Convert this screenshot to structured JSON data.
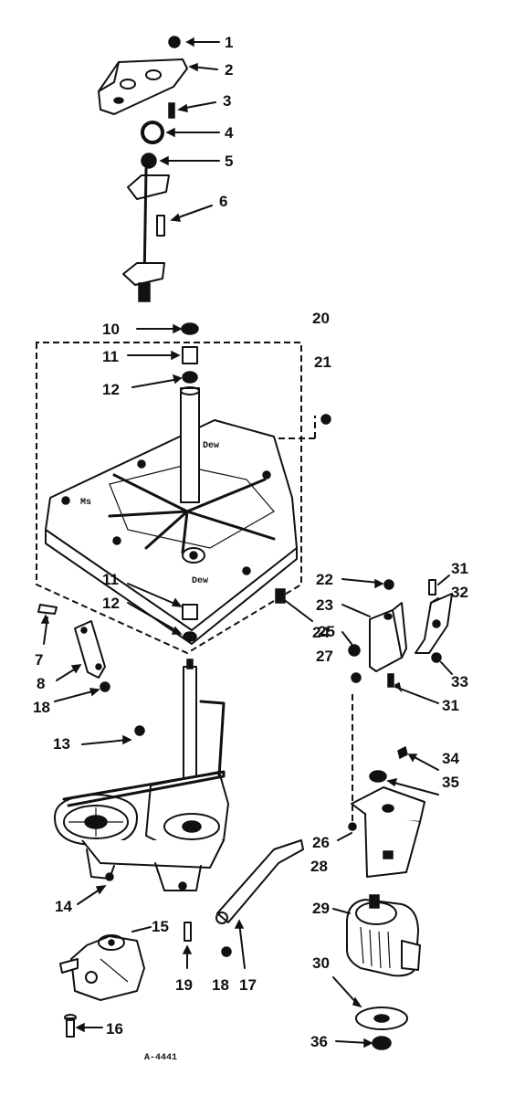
{
  "diagram": {
    "callouts": [
      {
        "id": "c1",
        "text": "1"
      },
      {
        "id": "c2",
        "text": "2"
      },
      {
        "id": "c3",
        "text": "3"
      },
      {
        "id": "c4",
        "text": "4"
      },
      {
        "id": "c5",
        "text": "5"
      },
      {
        "id": "c6",
        "text": "6"
      },
      {
        "id": "c10",
        "text": "10"
      },
      {
        "id": "c11a",
        "text": "11"
      },
      {
        "id": "c12a",
        "text": "12"
      },
      {
        "id": "c20",
        "text": "20"
      },
      {
        "id": "c21",
        "text": "21"
      },
      {
        "id": "c11b",
        "text": "11"
      },
      {
        "id": "c12b",
        "text": "12"
      },
      {
        "id": "c7",
        "text": "7"
      },
      {
        "id": "c8",
        "text": "8"
      },
      {
        "id": "c18a",
        "text": "18"
      },
      {
        "id": "c22",
        "text": "22"
      },
      {
        "id": "c23",
        "text": "23"
      },
      {
        "id": "c25",
        "text": "25"
      },
      {
        "id": "c27",
        "text": "27"
      },
      {
        "id": "c24",
        "text": "24"
      },
      {
        "id": "c31a",
        "text": "31"
      },
      {
        "id": "c32",
        "text": "32"
      },
      {
        "id": "c33",
        "text": "33"
      },
      {
        "id": "c31b",
        "text": "31"
      },
      {
        "id": "c13",
        "text": "13"
      },
      {
        "id": "c34",
        "text": "34"
      },
      {
        "id": "c35",
        "text": "35"
      },
      {
        "id": "c26",
        "text": "26"
      },
      {
        "id": "c28",
        "text": "28"
      },
      {
        "id": "c14",
        "text": "14"
      },
      {
        "id": "c15",
        "text": "15"
      },
      {
        "id": "c29",
        "text": "29"
      },
      {
        "id": "c30",
        "text": "30"
      },
      {
        "id": "c19",
        "text": "19"
      },
      {
        "id": "c18b",
        "text": "18"
      },
      {
        "id": "c17",
        "text": "17"
      },
      {
        "id": "c16",
        "text": "16"
      },
      {
        "id": "c36",
        "text": "36"
      }
    ],
    "drawing_code": "A-4441"
  }
}
